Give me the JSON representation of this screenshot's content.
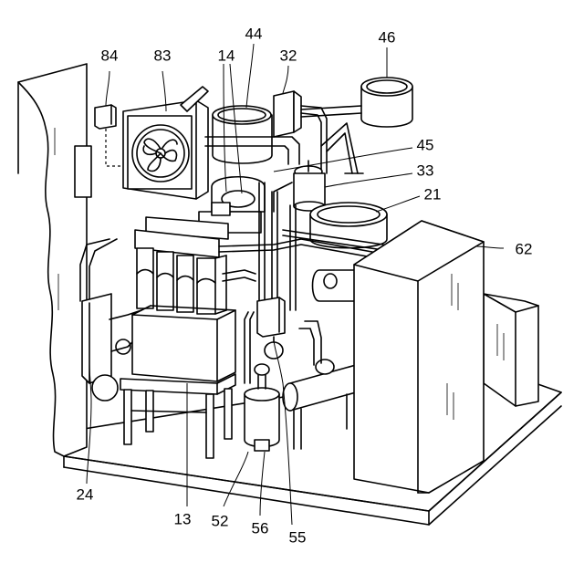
{
  "figure": {
    "reference_numerals": [
      {
        "id": "84",
        "label": "84"
      },
      {
        "id": "83",
        "label": "83"
      },
      {
        "id": "14",
        "label": "14"
      },
      {
        "id": "44",
        "label": "44"
      },
      {
        "id": "32",
        "label": "32"
      },
      {
        "id": "46",
        "label": "46"
      },
      {
        "id": "45",
        "label": "45"
      },
      {
        "id": "33",
        "label": "33"
      },
      {
        "id": "21",
        "label": "21"
      },
      {
        "id": "62",
        "label": "62"
      },
      {
        "id": "24",
        "label": "24"
      },
      {
        "id": "13",
        "label": "13"
      },
      {
        "id": "52",
        "label": "52"
      },
      {
        "id": "56",
        "label": "56"
      },
      {
        "id": "55",
        "label": "55"
      }
    ]
  }
}
